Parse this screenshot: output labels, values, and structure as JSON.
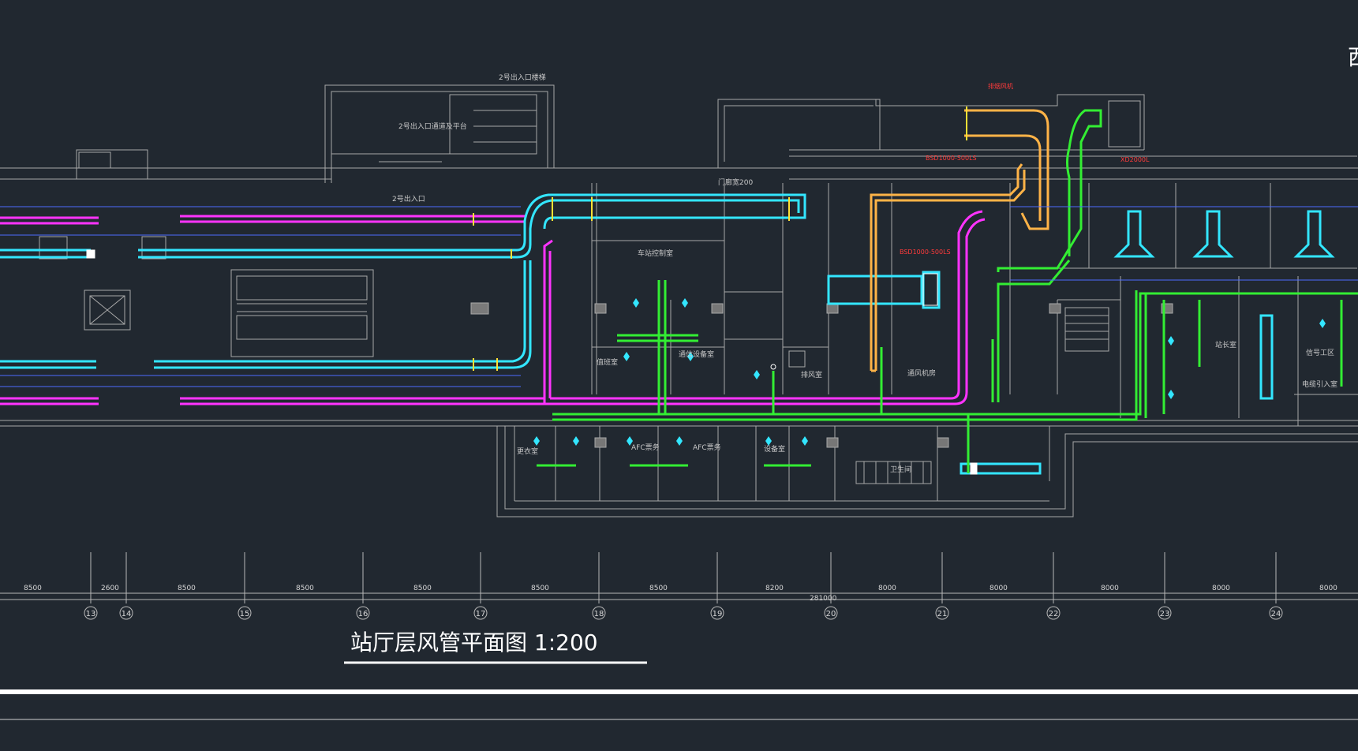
{
  "drawing": {
    "title": "站厅层风管平面图 1:200",
    "corner_char": "西"
  },
  "dimensions": {
    "segments": [
      "8500",
      "2600",
      "8500",
      "8500",
      "8500",
      "8500",
      "8500",
      "8200",
      "8000",
      "8000",
      "8000",
      "8000",
      "8000"
    ],
    "total": "281000"
  },
  "axes": [
    "13",
    "14",
    "15",
    "16",
    "17",
    "18",
    "19",
    "20",
    "21",
    "22",
    "23",
    "24"
  ],
  "rooms": {
    "exit2_top": "2号出入口楼梯",
    "exit2_hall": "2号出入口通道及平台",
    "exit2": "2号出入口",
    "gate_gallery": "门廊宽200",
    "tube_room": "通风机房",
    "afc1": "AFC票务",
    "afc2": "AFC票务",
    "equip_room": "设备室",
    "staff_room": "值班室",
    "well_room": "排风室",
    "power_room": "电缆引入室",
    "signal_room": "信号工区",
    "comm_room": "通信设备室",
    "station_ctrl": "车站控制室",
    "changing": "更衣室",
    "toilet": "卫生间",
    "office": "站长室"
  },
  "annotations": {
    "red1": "BSD1000-500LS",
    "red2": "BSD1000-500LS",
    "red3": "XD2000L",
    "red4": "排烟风机"
  },
  "colors": {
    "background": "#212830",
    "magenta_duct": "#ff33ff",
    "cyan_duct": "#33e6ff",
    "green_duct": "#33ee33",
    "orange_duct": "#ffb347",
    "wall": "#a8a8a8",
    "blue_text": "#4d6bff",
    "red_text": "#ff3b3b"
  }
}
